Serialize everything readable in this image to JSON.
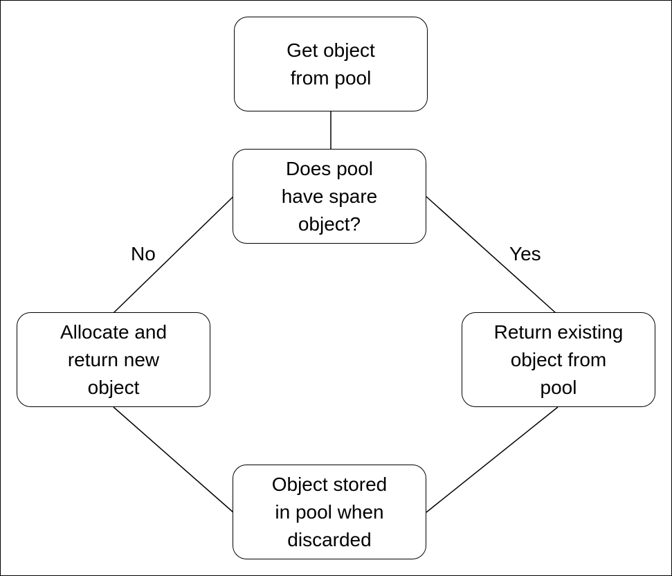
{
  "diagram": {
    "nodes": {
      "get_object": "Get object\nfrom pool",
      "has_spare": "Does pool\nhave spare\nobject?",
      "allocate_new": "Allocate and\nreturn new\nobject",
      "return_existing": "Return existing\nobject from\npool",
      "stored_in_pool": "Object stored\nin pool when\ndiscarded"
    },
    "edge_labels": {
      "no": "No",
      "yes": "Yes"
    },
    "colors": {
      "stroke": "#000000",
      "background": "#ffffff"
    }
  }
}
